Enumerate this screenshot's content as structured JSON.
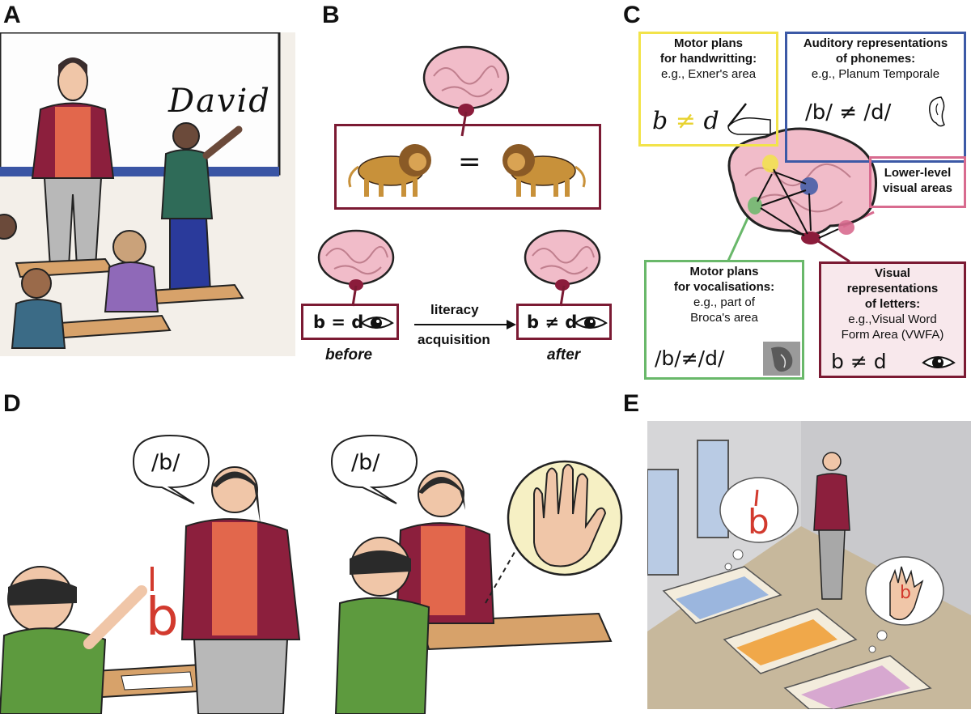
{
  "panels": {
    "a": "A",
    "b": "B",
    "c": "C",
    "d": "D",
    "e": "E"
  },
  "panel_a": {
    "board_text": "David"
  },
  "panel_b": {
    "equals": "=",
    "before_eq": "b = d",
    "after_neq": "b ≠ d",
    "arrow_top": "literacy",
    "arrow_bottom": "acquisition",
    "before": "before",
    "after": "after"
  },
  "panel_c": {
    "handwriting": {
      "title1": "Motor plans",
      "title2": "for handwritting:",
      "sub": "e.g., Exner's area",
      "sym_b": "b",
      "sym_neq": "≠",
      "sym_d": "d"
    },
    "auditory": {
      "title1": "Auditory representations",
      "title2": "of phonemes:",
      "sub": "e.g., Planum Temporale",
      "sym": "/b/ ≠ /d/"
    },
    "lower_visual": {
      "title1": "Lower-level",
      "title2": "visual areas"
    },
    "vocal": {
      "title1": "Motor plans",
      "title2": "for vocalisations:",
      "sub1": "e.g., part of",
      "sub2": "Broca's area",
      "sym": "/b/≠/d/"
    },
    "visual_letters": {
      "title1": "Visual",
      "title2": "representations",
      "title3": "of letters:",
      "sub1": "e.g.,Visual Word",
      "sub2": "Form Area (VWFA)",
      "sym": "b ≠ d"
    }
  },
  "panel_d": {
    "bubble1": "/b/",
    "bubble2": "/b/",
    "letter": "b"
  },
  "panel_e": {
    "letter1": "b",
    "letter2": "b"
  },
  "colors": {
    "maroon": "#7b1a33",
    "yellow": "#f2e34a",
    "blue": "#3c59a6",
    "pink": "#d86b8f",
    "green": "#69b86a"
  }
}
